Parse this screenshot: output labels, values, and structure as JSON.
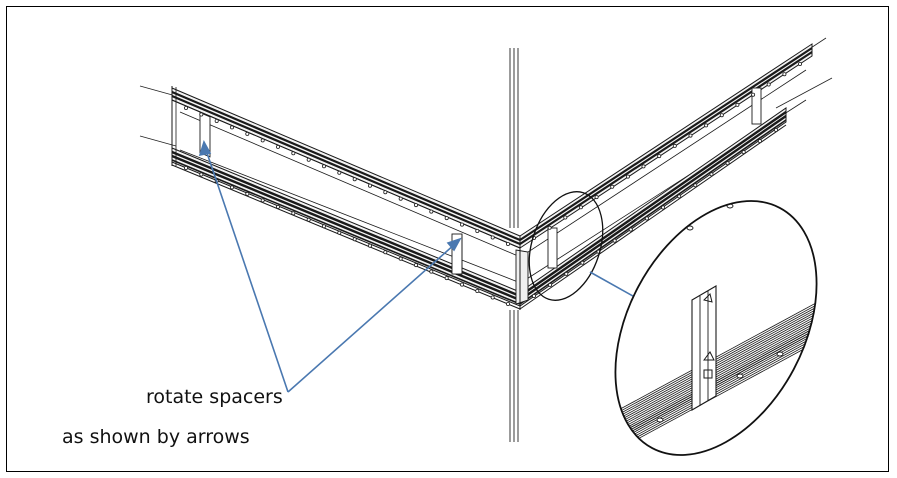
{
  "caption": {
    "line1": "rotate spacers",
    "line2": "as shown by arrows"
  },
  "colors": {
    "leader_line": "#4a78b0",
    "drawing_line": "#1a1a1a",
    "frame": "#000000"
  },
  "icons": [
    "leader-arrow",
    "detail-magnifier-circle"
  ]
}
